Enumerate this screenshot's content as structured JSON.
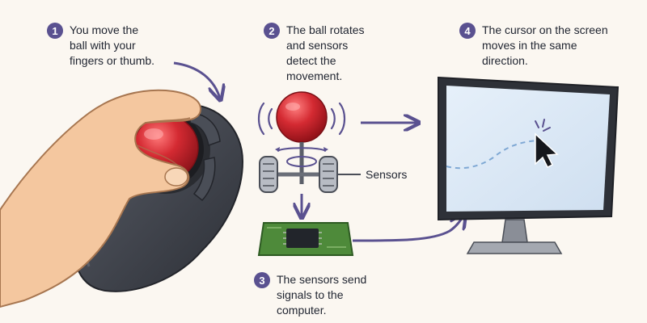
{
  "colors": {
    "badge": "#5a5190",
    "arrow": "#5a5190",
    "ball": "#d42a32",
    "mouse_body": "#3a3d45",
    "hand": "#f4c79f",
    "pcb": "#4e8a3a",
    "screen": "#dbe8f6",
    "background": "#fbf7f1"
  },
  "steps": [
    {
      "number": "1",
      "text": "You move the\nball with your\nfingers or thumb."
    },
    {
      "number": "2",
      "text": "The ball rotates\nand sensors\ndetect the\nmovement."
    },
    {
      "number": "3",
      "text": "The sensors send\nsignals to the\ncomputer."
    },
    {
      "number": "4",
      "text": "The cursor on the screen\nmoves in the same\ndirection."
    }
  ],
  "labels": {
    "sensors": "Sensors"
  },
  "icons": [
    "curved-arrow-icon",
    "arrow-right-icon",
    "arrow-down-icon",
    "cursor-icon",
    "chip-icon",
    "motion-lines-icon",
    "sensor-wheel-icon"
  ]
}
